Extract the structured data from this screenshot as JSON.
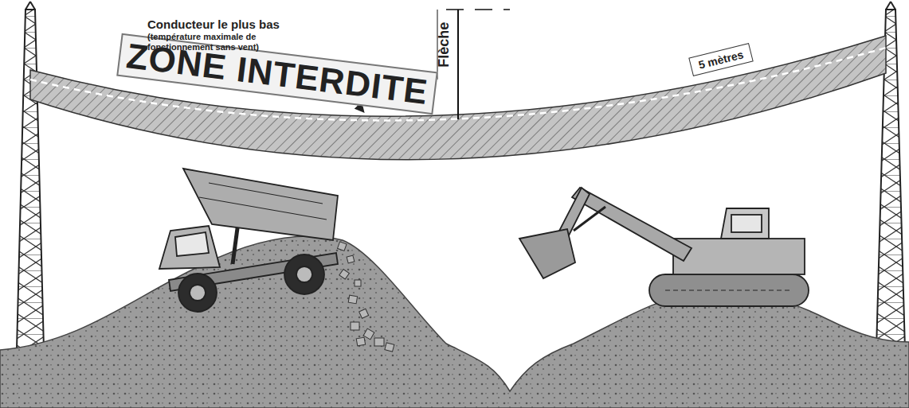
{
  "diagram": {
    "nodes": [
      {
        "text": [
          "ZONE INTERDITE"
        ]
      },
      {
        "text": [
          "5 mètres"
        ]
      }
    ],
    "labels": [
      "Conducteur le plus bas",
      "(température maximale de fonctionnement sans vent)",
      "Flèche"
    ]
  }
}
